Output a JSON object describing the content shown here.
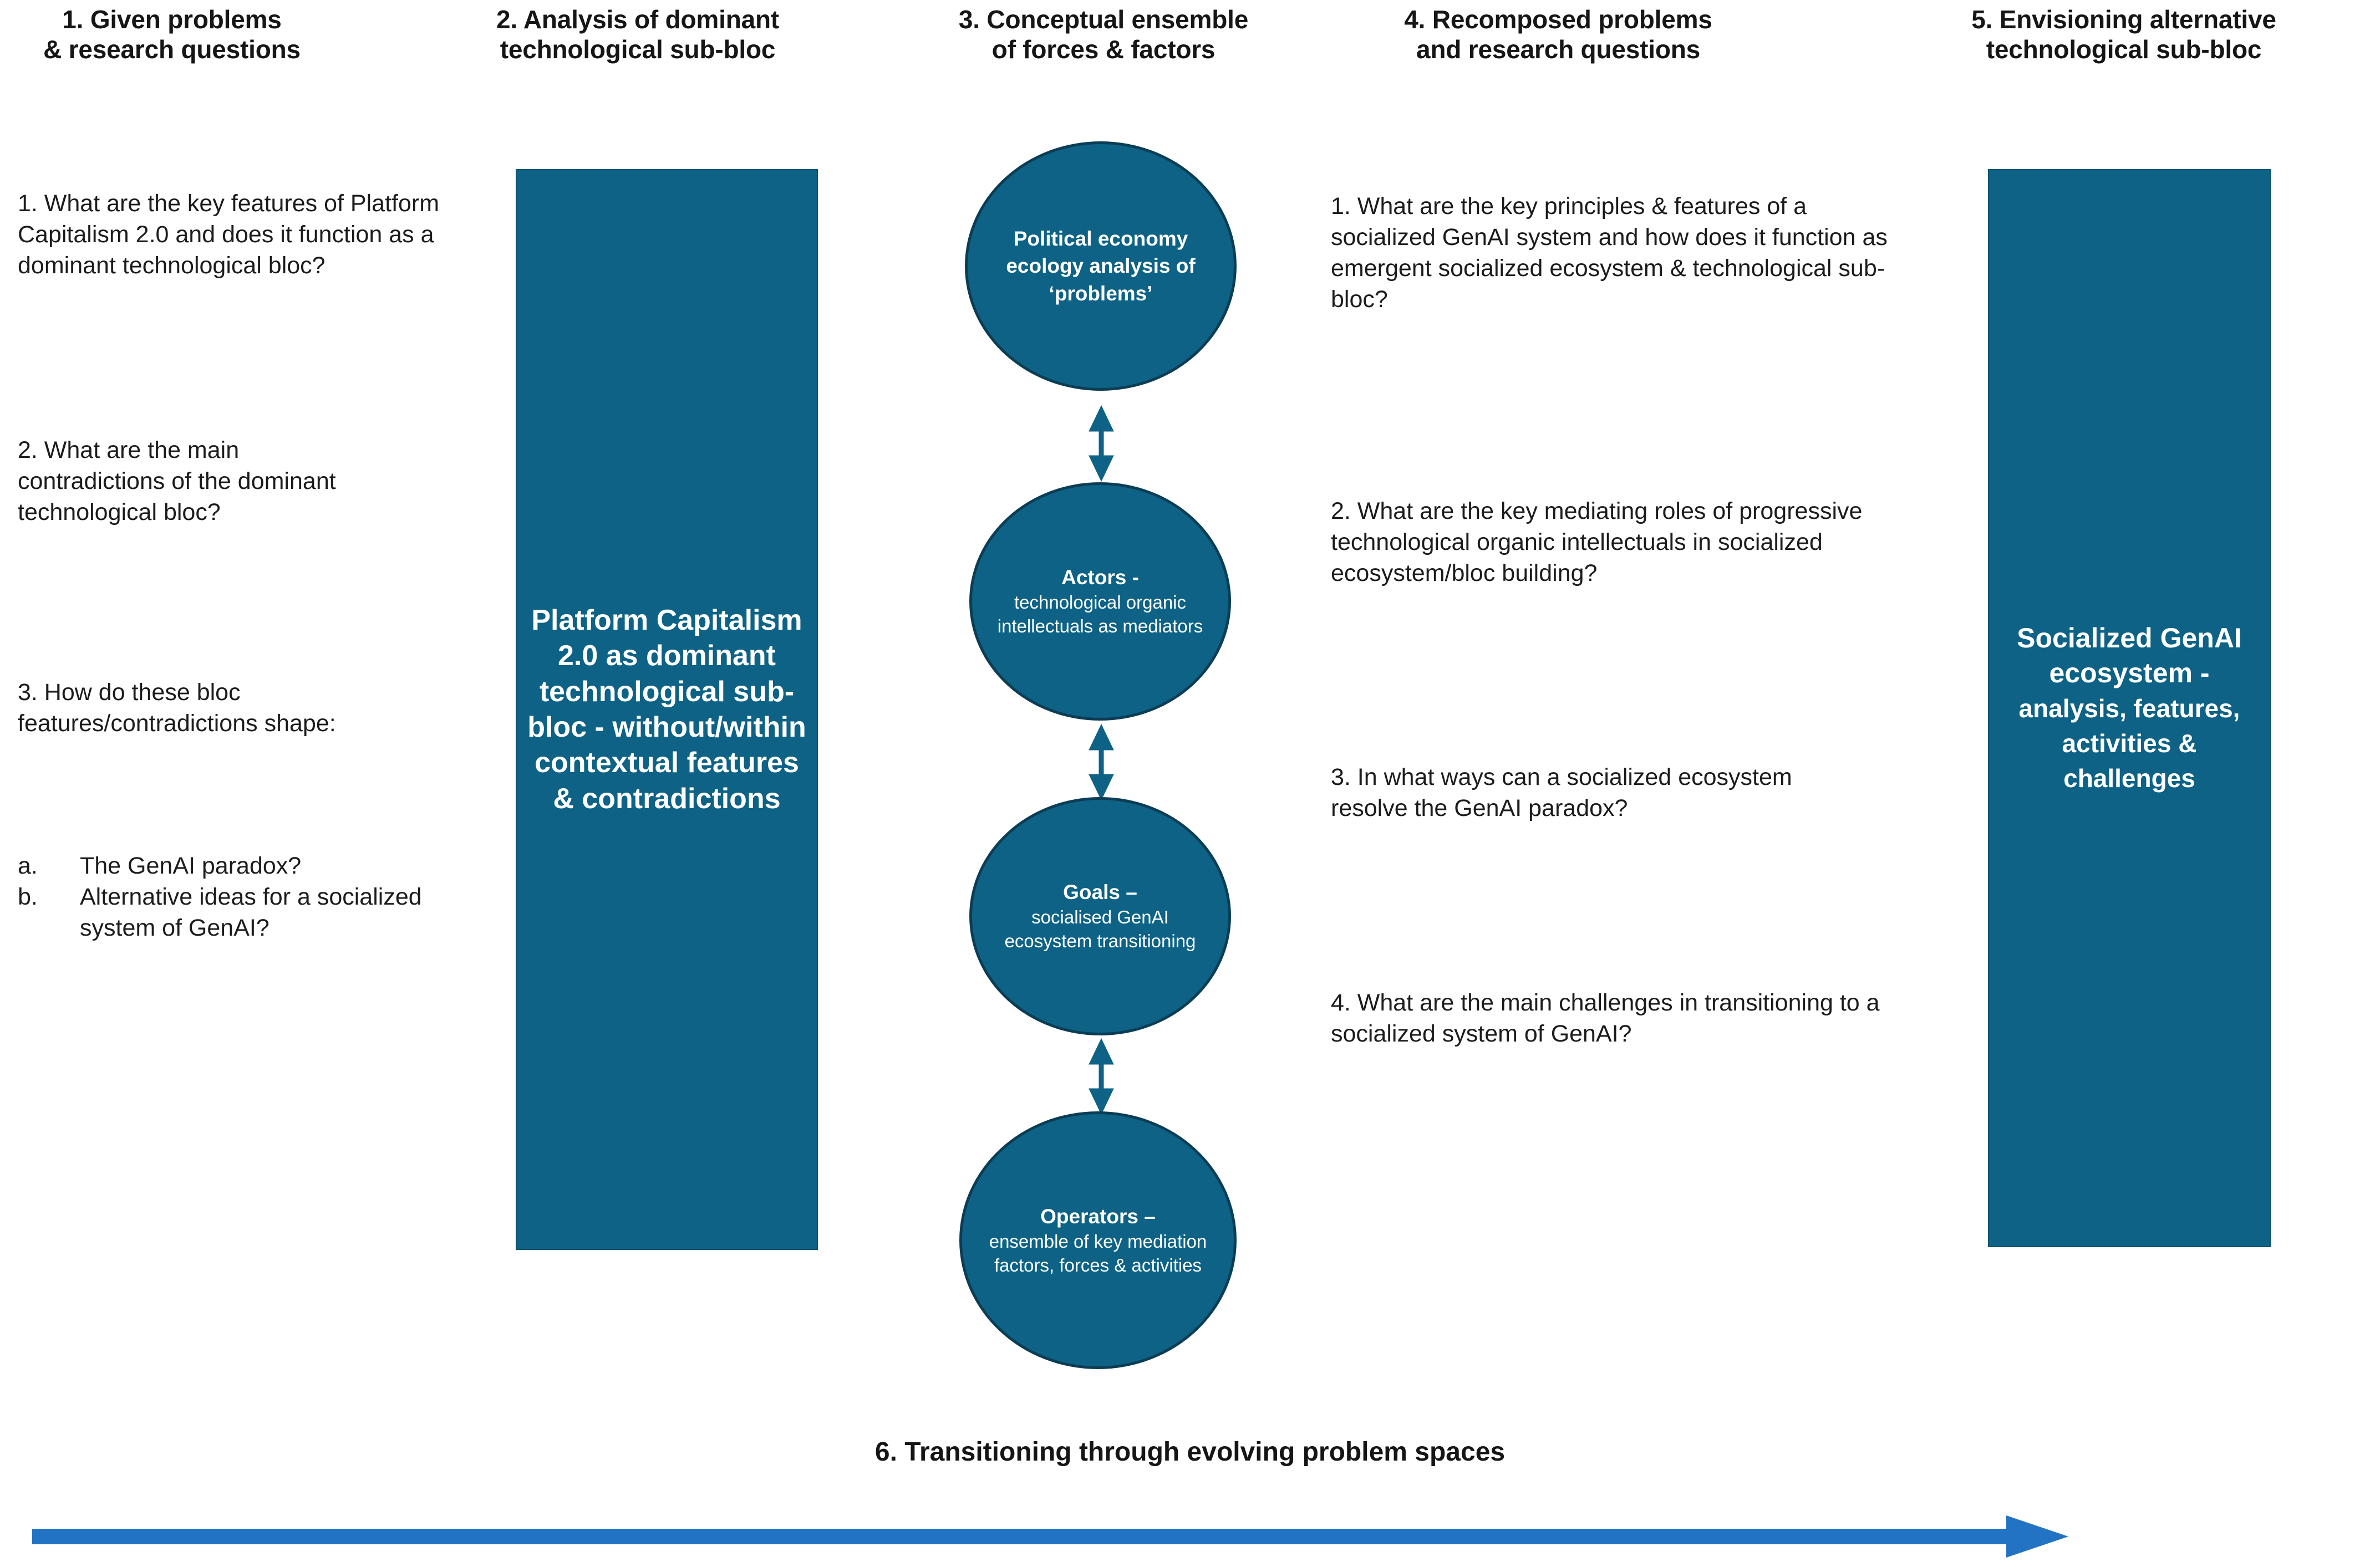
{
  "colors": {
    "panel_teal": "#0d6285",
    "panel_border": "#0b5472",
    "circle_fill": "#0d6285",
    "circle_border": "#0b3d55",
    "bottom_arrow_blue": "#2373c4",
    "text_dark": "#1c1c1c",
    "text_light": "#ffffff"
  },
  "columns": [
    {
      "id": "col1",
      "header": "1. Given problems\n& research questions"
    },
    {
      "id": "col2",
      "header": "2. Analysis of dominant\ntechnological sub-bloc"
    },
    {
      "id": "col3",
      "header": "3. Conceptual ensemble\nof forces & factors"
    },
    {
      "id": "col4",
      "header": "4. Recomposed problems\nand research questions"
    },
    {
      "id": "col5",
      "header": "5. Envisioning alternative\ntechnological sub-bloc"
    }
  ],
  "col1": {
    "header_line1": "1. Given problems",
    "header_line2": "& research questions",
    "q1": "1. What are the key features of Platform Capitalism 2.0 and does it function as a dominant technological bloc?",
    "q2": "2. What are the main contradictions of the dominant technological bloc?",
    "q3": "3. How do these bloc features/contradictions shape:",
    "sub_a_marker": "a.",
    "sub_a_text": "The GenAI paradox?",
    "sub_b_marker": "b.",
    "sub_b_text": "Alternative ideas for a socialized system of GenAI?"
  },
  "col2": {
    "header_line1": "2. Analysis of dominant",
    "header_line2": "technological sub-bloc",
    "box_text": "Platform Capitalism 2.0 as dominant technological sub-bloc - without/within contextual features & contradictions"
  },
  "col3": {
    "header_line1": "3. Conceptual ensemble",
    "header_line2": "of forces & factors",
    "nodes": [
      {
        "name": "political-economy-ecology",
        "head": "Political economy ecology analysis of ‘problems’",
        "sub": ""
      },
      {
        "name": "actors",
        "head": "Actors -",
        "sub": "technological organic intellectuals as mediators"
      },
      {
        "name": "goals",
        "head": "Goals –",
        "sub": "socialised GenAI ecosystem transitioning"
      },
      {
        "name": "operators",
        "head": "Operators –",
        "sub": "ensemble of key mediation factors, forces & activities"
      }
    ],
    "connector_label": "bidirectional-arrow"
  },
  "col4": {
    "header_line1": "4. Recomposed problems",
    "header_line2": "and research questions",
    "q1": "1. What are the key principles  & features of a socialized GenAI system and how does it function as emergent socialized ecosystem & technological sub-bloc?",
    "q2": "2. What are the key mediating roles of progressive technological organic intellectuals in socialized ecosystem/bloc building?",
    "q3": "3. In what ways can a socialized ecosystem resolve the GenAI paradox?",
    "q4": "4. What are the main challenges in transitioning to a socialized system of GenAI?"
  },
  "col5": {
    "header_line1": "5. Envisioning alternative",
    "header_line2": "technological sub-bloc",
    "box_head": "Socialized GenAI ecosystem -",
    "box_sub": "analysis, features, activities & challenges"
  },
  "footer": {
    "caption": "6. Transitioning through evolving problem spaces",
    "arrow_name": "transition-arrow-right"
  }
}
